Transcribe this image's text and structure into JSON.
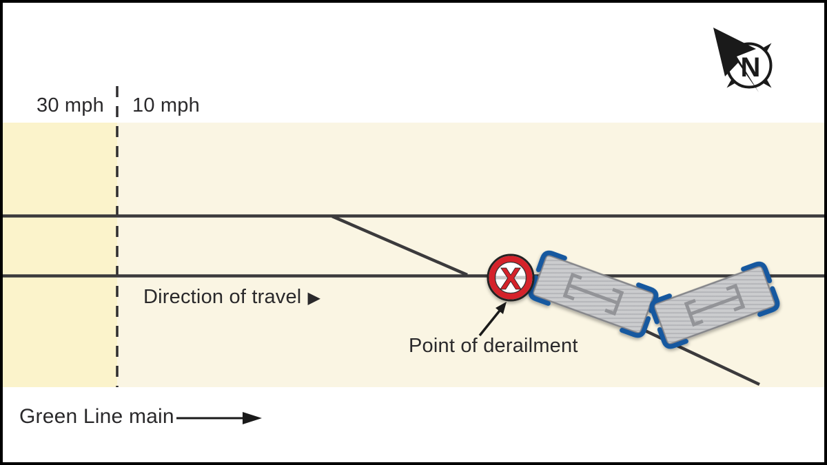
{
  "speed_zones": {
    "left": "30 mph",
    "right": "10 mph"
  },
  "labels": {
    "direction_of_travel": "Direction of travel",
    "direction_arrow_icon": "▶",
    "point_of_derailment": "Point of derailment",
    "track_name": "Green Line main",
    "derailment_marker": "X",
    "compass_north": "N"
  },
  "colors": {
    "background": "#ffffff",
    "frame": "#000000",
    "zone_30mph_fill": "#fbf3cb",
    "zone_10mph_fill": "#faf5e3",
    "track_line": "#3b3a3c",
    "zone_boundary_dash": "#2e2d2f",
    "marker_red": "#d5242c",
    "marker_ring_dark": "#232021",
    "car_body_gray": "#cbccce",
    "car_rib_gray": "#b2b3b7",
    "car_outline_gray": "#85868a",
    "car_corner_blue": "#15599f",
    "car_ibeam_gray": "#939498",
    "text": "#2a292b",
    "compass_black": "#1a1a1a"
  }
}
